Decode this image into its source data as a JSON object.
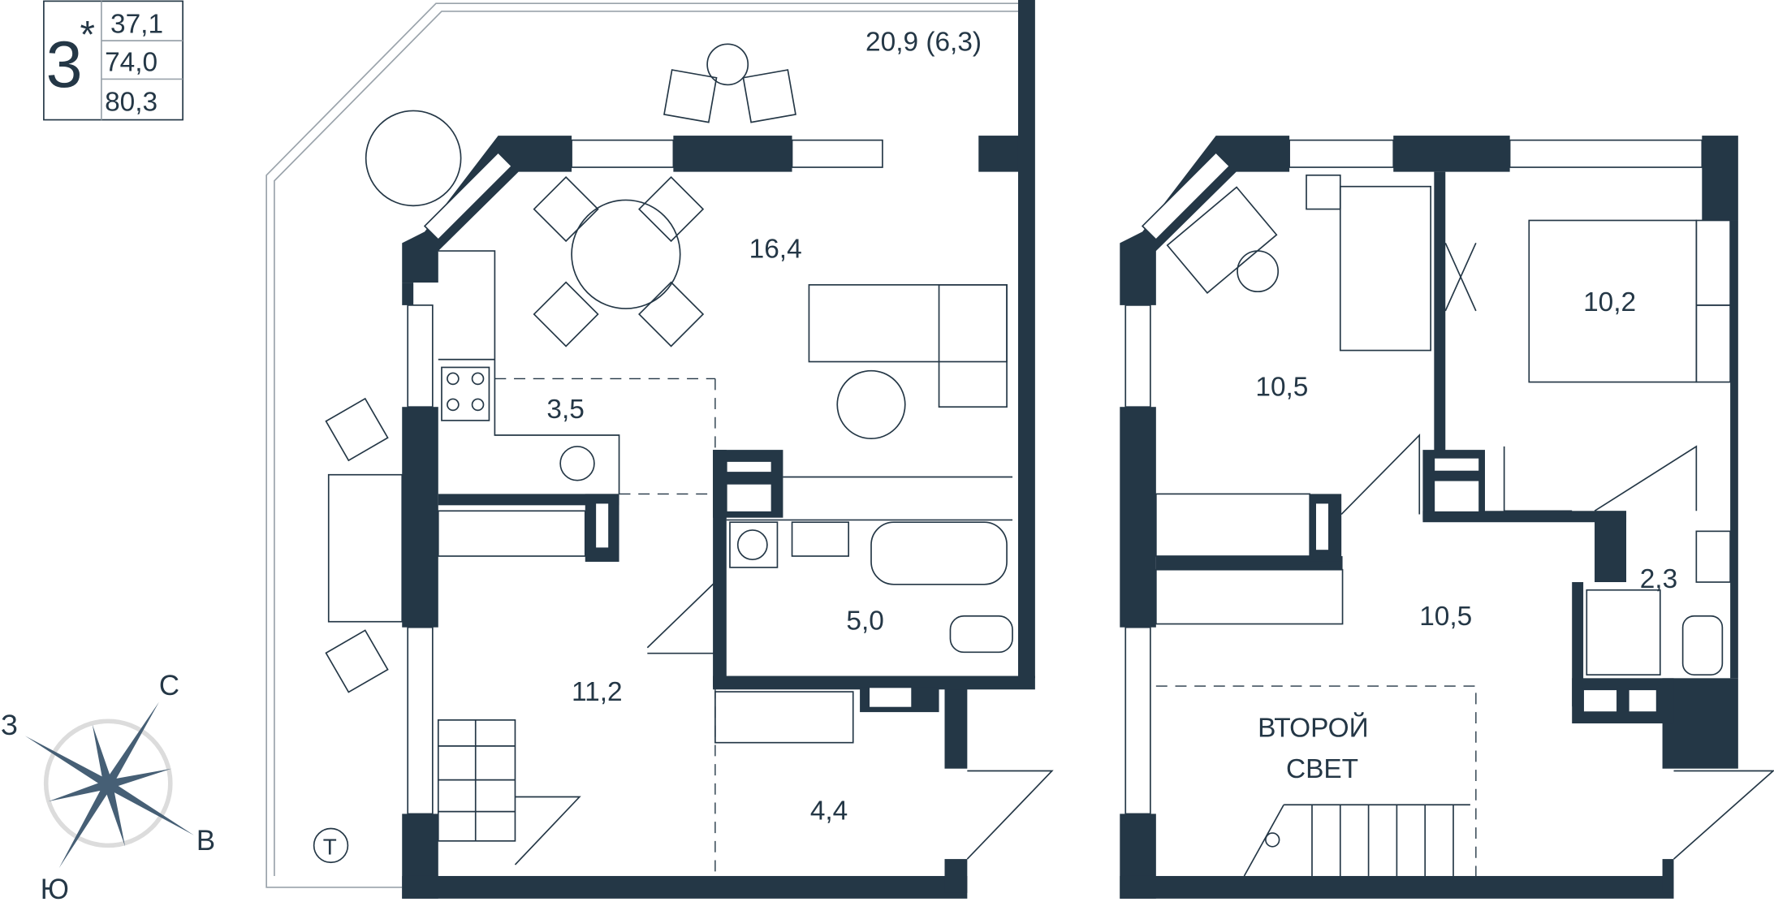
{
  "legend": {
    "rooms": "3",
    "mark": "*",
    "living_area": "37,1",
    "total_area": "74,0",
    "total_with_terrace": "80,3"
  },
  "terrace": {
    "label": "20,9 (6,3)",
    "marker": "Т"
  },
  "level1_rooms": [
    {
      "name": "living-kitchen",
      "area": "16,4"
    },
    {
      "name": "kitchen",
      "area": "3,5"
    },
    {
      "name": "hall",
      "area": "11,2"
    },
    {
      "name": "bathroom",
      "area": "5,0"
    },
    {
      "name": "storage",
      "area": "4,4"
    }
  ],
  "level2_rooms": [
    {
      "name": "bedroom-1",
      "area": "10,5"
    },
    {
      "name": "bedroom-2",
      "area": "10,2"
    },
    {
      "name": "hall-2",
      "area": "10,5"
    },
    {
      "name": "bathroom-2",
      "area": "2,3"
    }
  ],
  "second_light": {
    "line1": "ВТОРОЙ",
    "line2": "СВЕТ"
  },
  "compass": {
    "north": "С",
    "west": "З",
    "east": "В",
    "south": "Ю"
  },
  "colors": {
    "wall": "#243746",
    "compass": "#465f75",
    "compass_ring": "#dcdcdc"
  }
}
